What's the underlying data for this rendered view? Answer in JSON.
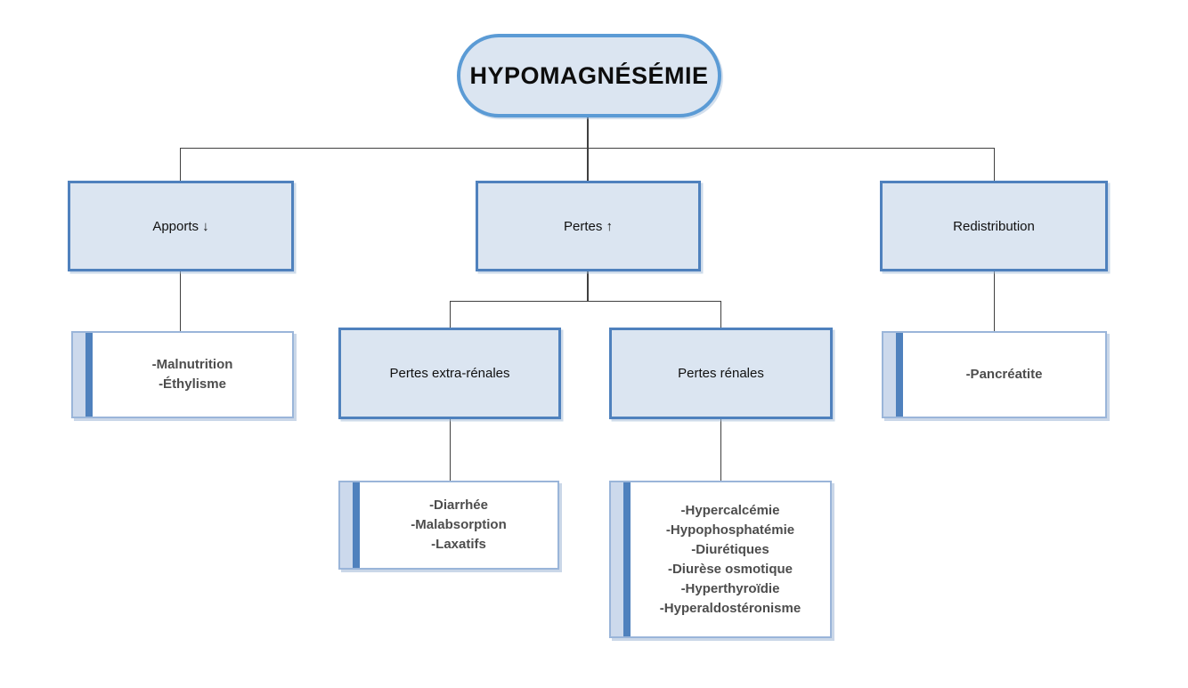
{
  "diagram": {
    "title": "HYPOMAGNÉSÉMIE",
    "nodes": {
      "apports": {
        "label": "Apports ↓"
      },
      "pertes": {
        "label": "Pertes ↑"
      },
      "redistribution": {
        "label": "Redistribution"
      },
      "pertes_extra_renales": {
        "label": "Pertes extra-rénales"
      },
      "pertes_renales": {
        "label": "Pertes rénales"
      },
      "apports_causes": {
        "items": [
          "-Malnutrition",
          "-Éthylisme"
        ]
      },
      "extra_renales_causes": {
        "items": [
          "-Diarrhée",
          "-Malabsorption",
          "-Laxatifs"
        ]
      },
      "renales_causes": {
        "items": [
          "-Hypercalcémie",
          "-Hypophosphatémie",
          "-Diurétiques",
          "-Diurèse osmotique",
          "-Hyperthyroïdie",
          "-Hyperaldostéronisme"
        ]
      },
      "redistribution_causes": {
        "items": [
          "-Pancréatite"
        ]
      }
    },
    "colors": {
      "node_fill": "#dbe5f1",
      "node_border": "#4f81bd",
      "pill_border": "#5b9bd5",
      "leaf_border": "#9ab5d9",
      "stripe_light": "#ccd9ec",
      "stripe_dark": "#4f81bd",
      "connector": "#3f3f3f",
      "leaf_text": "#4d4d4d",
      "node_text": "#111111"
    }
  }
}
